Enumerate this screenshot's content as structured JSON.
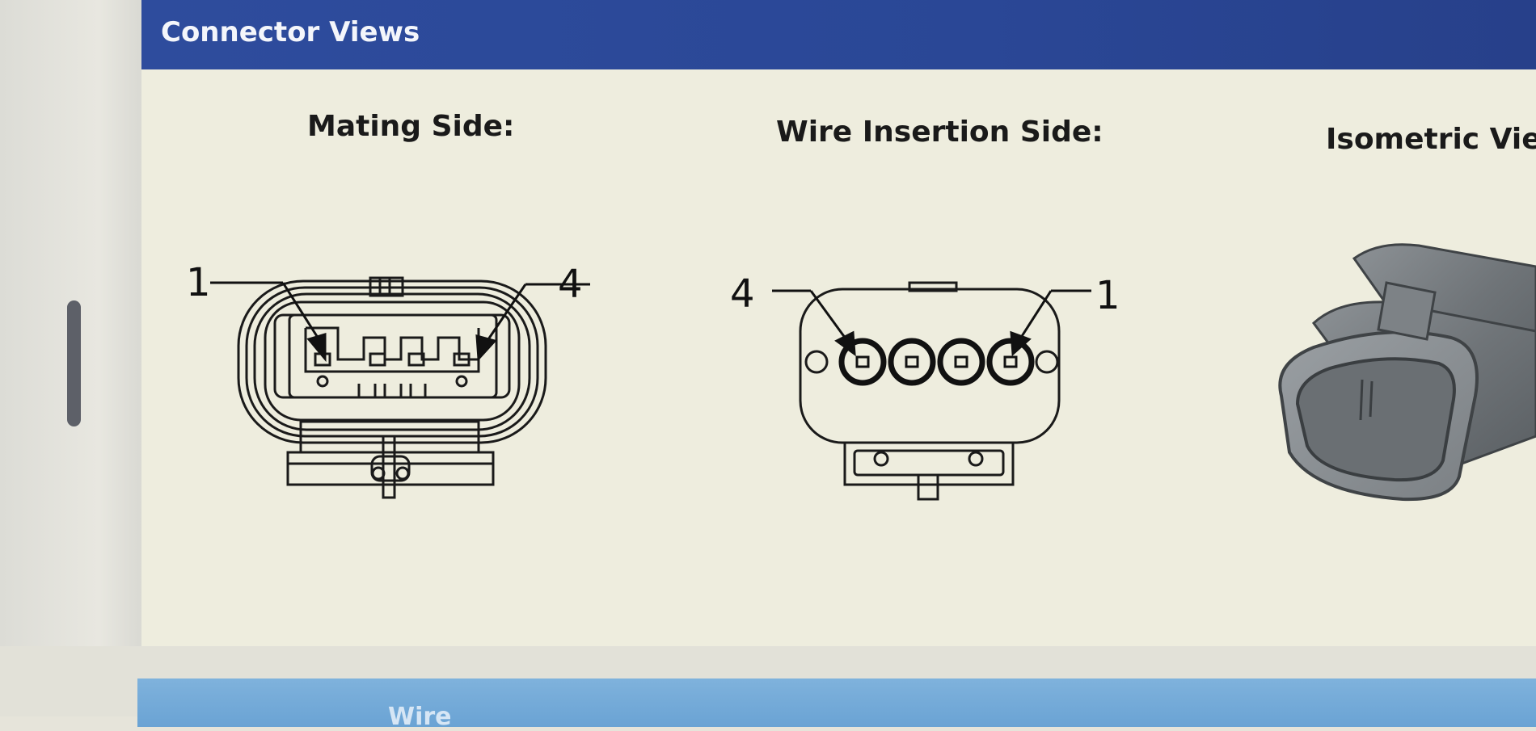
{
  "panel": {
    "title": "Connector Views"
  },
  "views": {
    "mating_side": {
      "label": "Mating Side:",
      "pin_left": "1",
      "pin_right": "4"
    },
    "wire_insertion_side": {
      "label": "Wire Insertion Side:",
      "pin_left": "4",
      "pin_right": "1"
    },
    "isometric": {
      "label": "Isometric View"
    }
  },
  "next_section": {
    "label": "Wire"
  },
  "colors": {
    "header_blue": "#2e4c9d",
    "panel_background": "#eeedde",
    "next_section_blue": "#6aa3d4",
    "connector_gray": "#6f7478"
  }
}
